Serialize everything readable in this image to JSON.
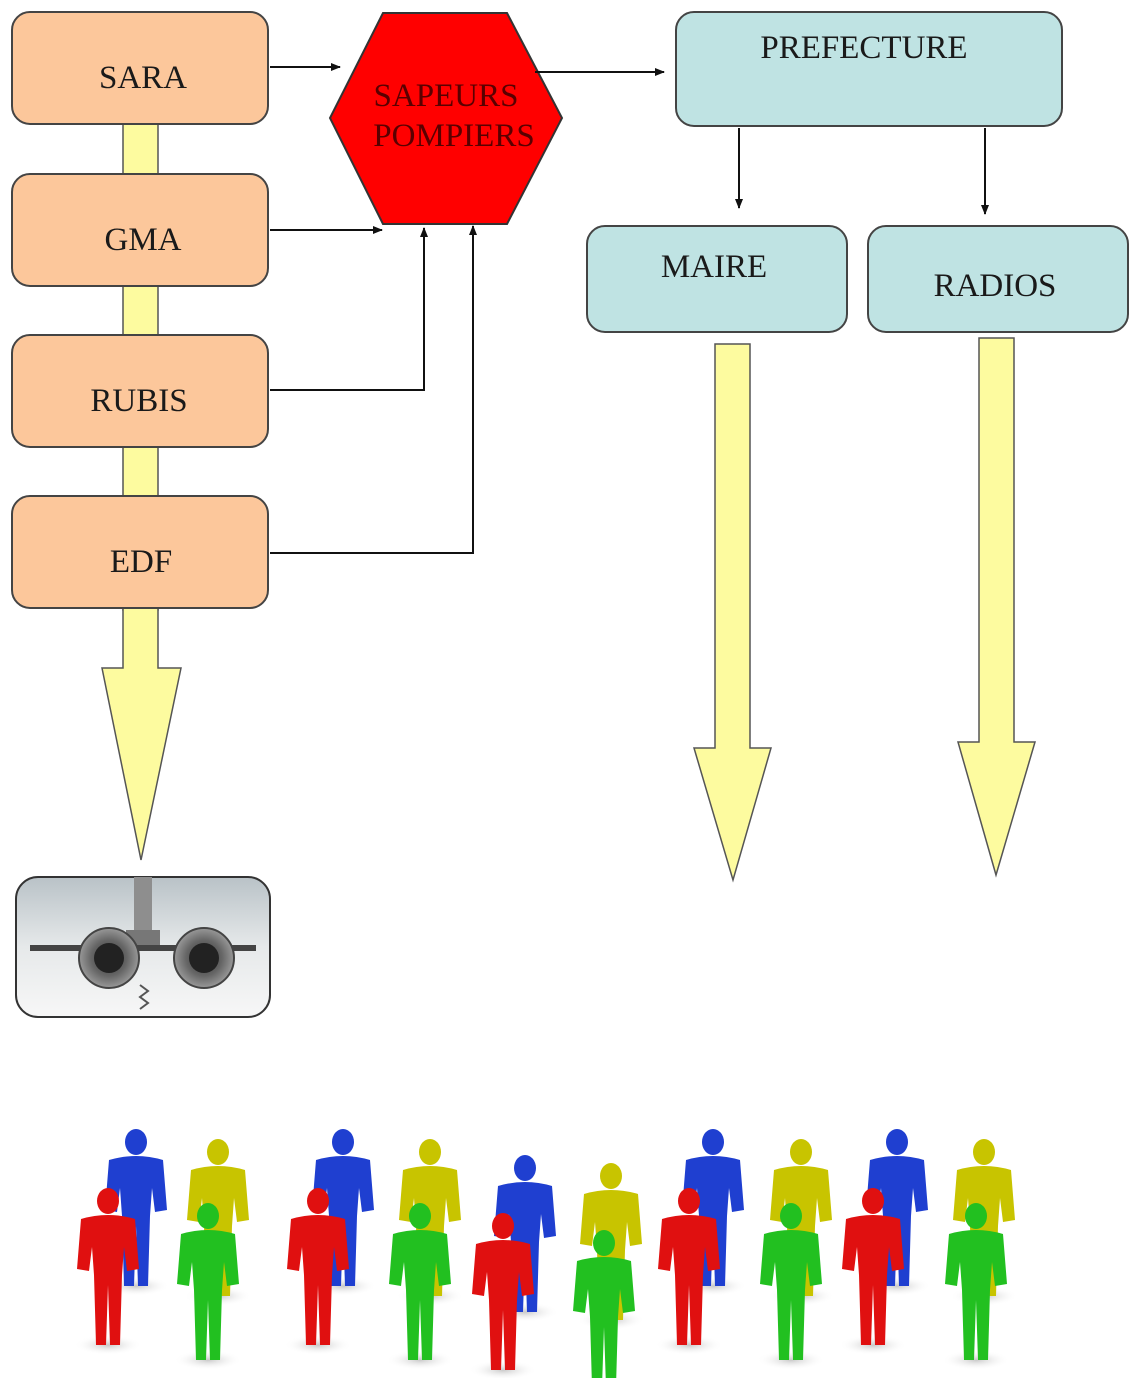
{
  "nodes": {
    "sara": "SARA",
    "gma": "GMA",
    "rubis": "RUBIS",
    "edf": "EDF",
    "sapeurs_line1": "SAPEURS",
    "sapeurs_line2": "POMPIERS",
    "prefecture": "PREFECTURE",
    "maire": "MAIRE",
    "radios": "RADIOS"
  },
  "icons": {
    "siren": "siren-icon",
    "population": "population-crowd-icon"
  },
  "colors": {
    "industry_box": "#fcc79b",
    "authority_box": "#bfe3e3",
    "hexagon": "#ff0000",
    "flow_arrow": "#fdfb9f",
    "people_blue": "#1f3fd0",
    "people_yellow": "#c8c400",
    "people_red": "#e01010",
    "people_green": "#22c020"
  }
}
